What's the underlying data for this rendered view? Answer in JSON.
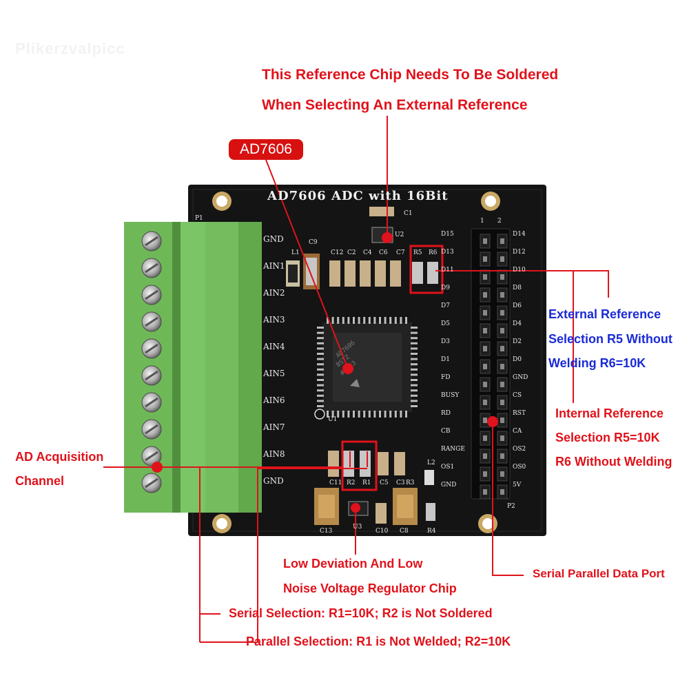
{
  "watermark": "Plikerzvalpicc",
  "board": {
    "title": "AD7606 ADC with 16Bit",
    "chip_marking": "AD7606 BSTZ #1223 2385520",
    "left_pins": [
      "GND",
      "AIN1",
      "AIN2",
      "AIN3",
      "AIN4",
      "AIN5",
      "AIN6",
      "AIN7",
      "AIN8",
      "GND"
    ],
    "header_left": [
      "D15",
      "D13",
      "D11",
      "D9",
      "D7",
      "D5",
      "D3",
      "D1",
      "FD",
      "BUSY",
      "RD",
      "CB",
      "RANGE",
      "OS1",
      "GND"
    ],
    "header_right": [
      "D14",
      "D12",
      "D10",
      "D8",
      "D6",
      "D4",
      "D2",
      "D0",
      "GND",
      "CS",
      "RST",
      "CA",
      "OS2",
      "OS0",
      "5V"
    ],
    "component_labels": {
      "p1": "P1",
      "p2": "P2",
      "u1": "U1",
      "u2": "U2",
      "u3": "U3",
      "l1": "L1",
      "l2": "L2",
      "c1": "C1",
      "c2": "C2",
      "c4": "C4",
      "c6": "C6",
      "c7": "C7",
      "c9": "C9",
      "c12": "C12",
      "c3": "C3",
      "c5": "C5",
      "c8": "C8",
      "c10": "C10",
      "c11": "C11",
      "c13": "C13",
      "r1": "R1",
      "r2": "R2",
      "r3": "R3",
      "r4": "R4",
      "r5": "R5",
      "r6": "R6",
      "h1": "1",
      "h2": "2"
    }
  },
  "callouts": {
    "ad7606_badge": "AD7606",
    "ref_chip_line1": "This Reference Chip Needs To Be Soldered",
    "ref_chip_line2": "When Selecting An External Reference",
    "ext_ref_line1": "External Reference",
    "ext_ref_line2": "Selection R5 Without",
    "ext_ref_line3": "Welding R6=10K",
    "int_ref_line1": "Internal Reference",
    "int_ref_line2": "Selection R5=10K",
    "int_ref_line3": "R6 Without Welding",
    "channel_line1": "AD Acquisition",
    "channel_line2": "Channel",
    "regulator_line1": "Low Deviation And Low",
    "regulator_line2": "Noise Voltage Regulator Chip",
    "data_port": "Serial Parallel Data Port",
    "serial_sel": "Serial Selection: R1=10K; R2 is Not Soldered",
    "parallel_sel": "Parallel Selection: R1 is Not Welded; R2=10K"
  },
  "colors": {
    "pcb": "#141414",
    "terminal_green": "#6cb255",
    "annotation_red": "#e0121b",
    "annotation_blue": "#1a2ad6",
    "gold": "#c9a865"
  }
}
